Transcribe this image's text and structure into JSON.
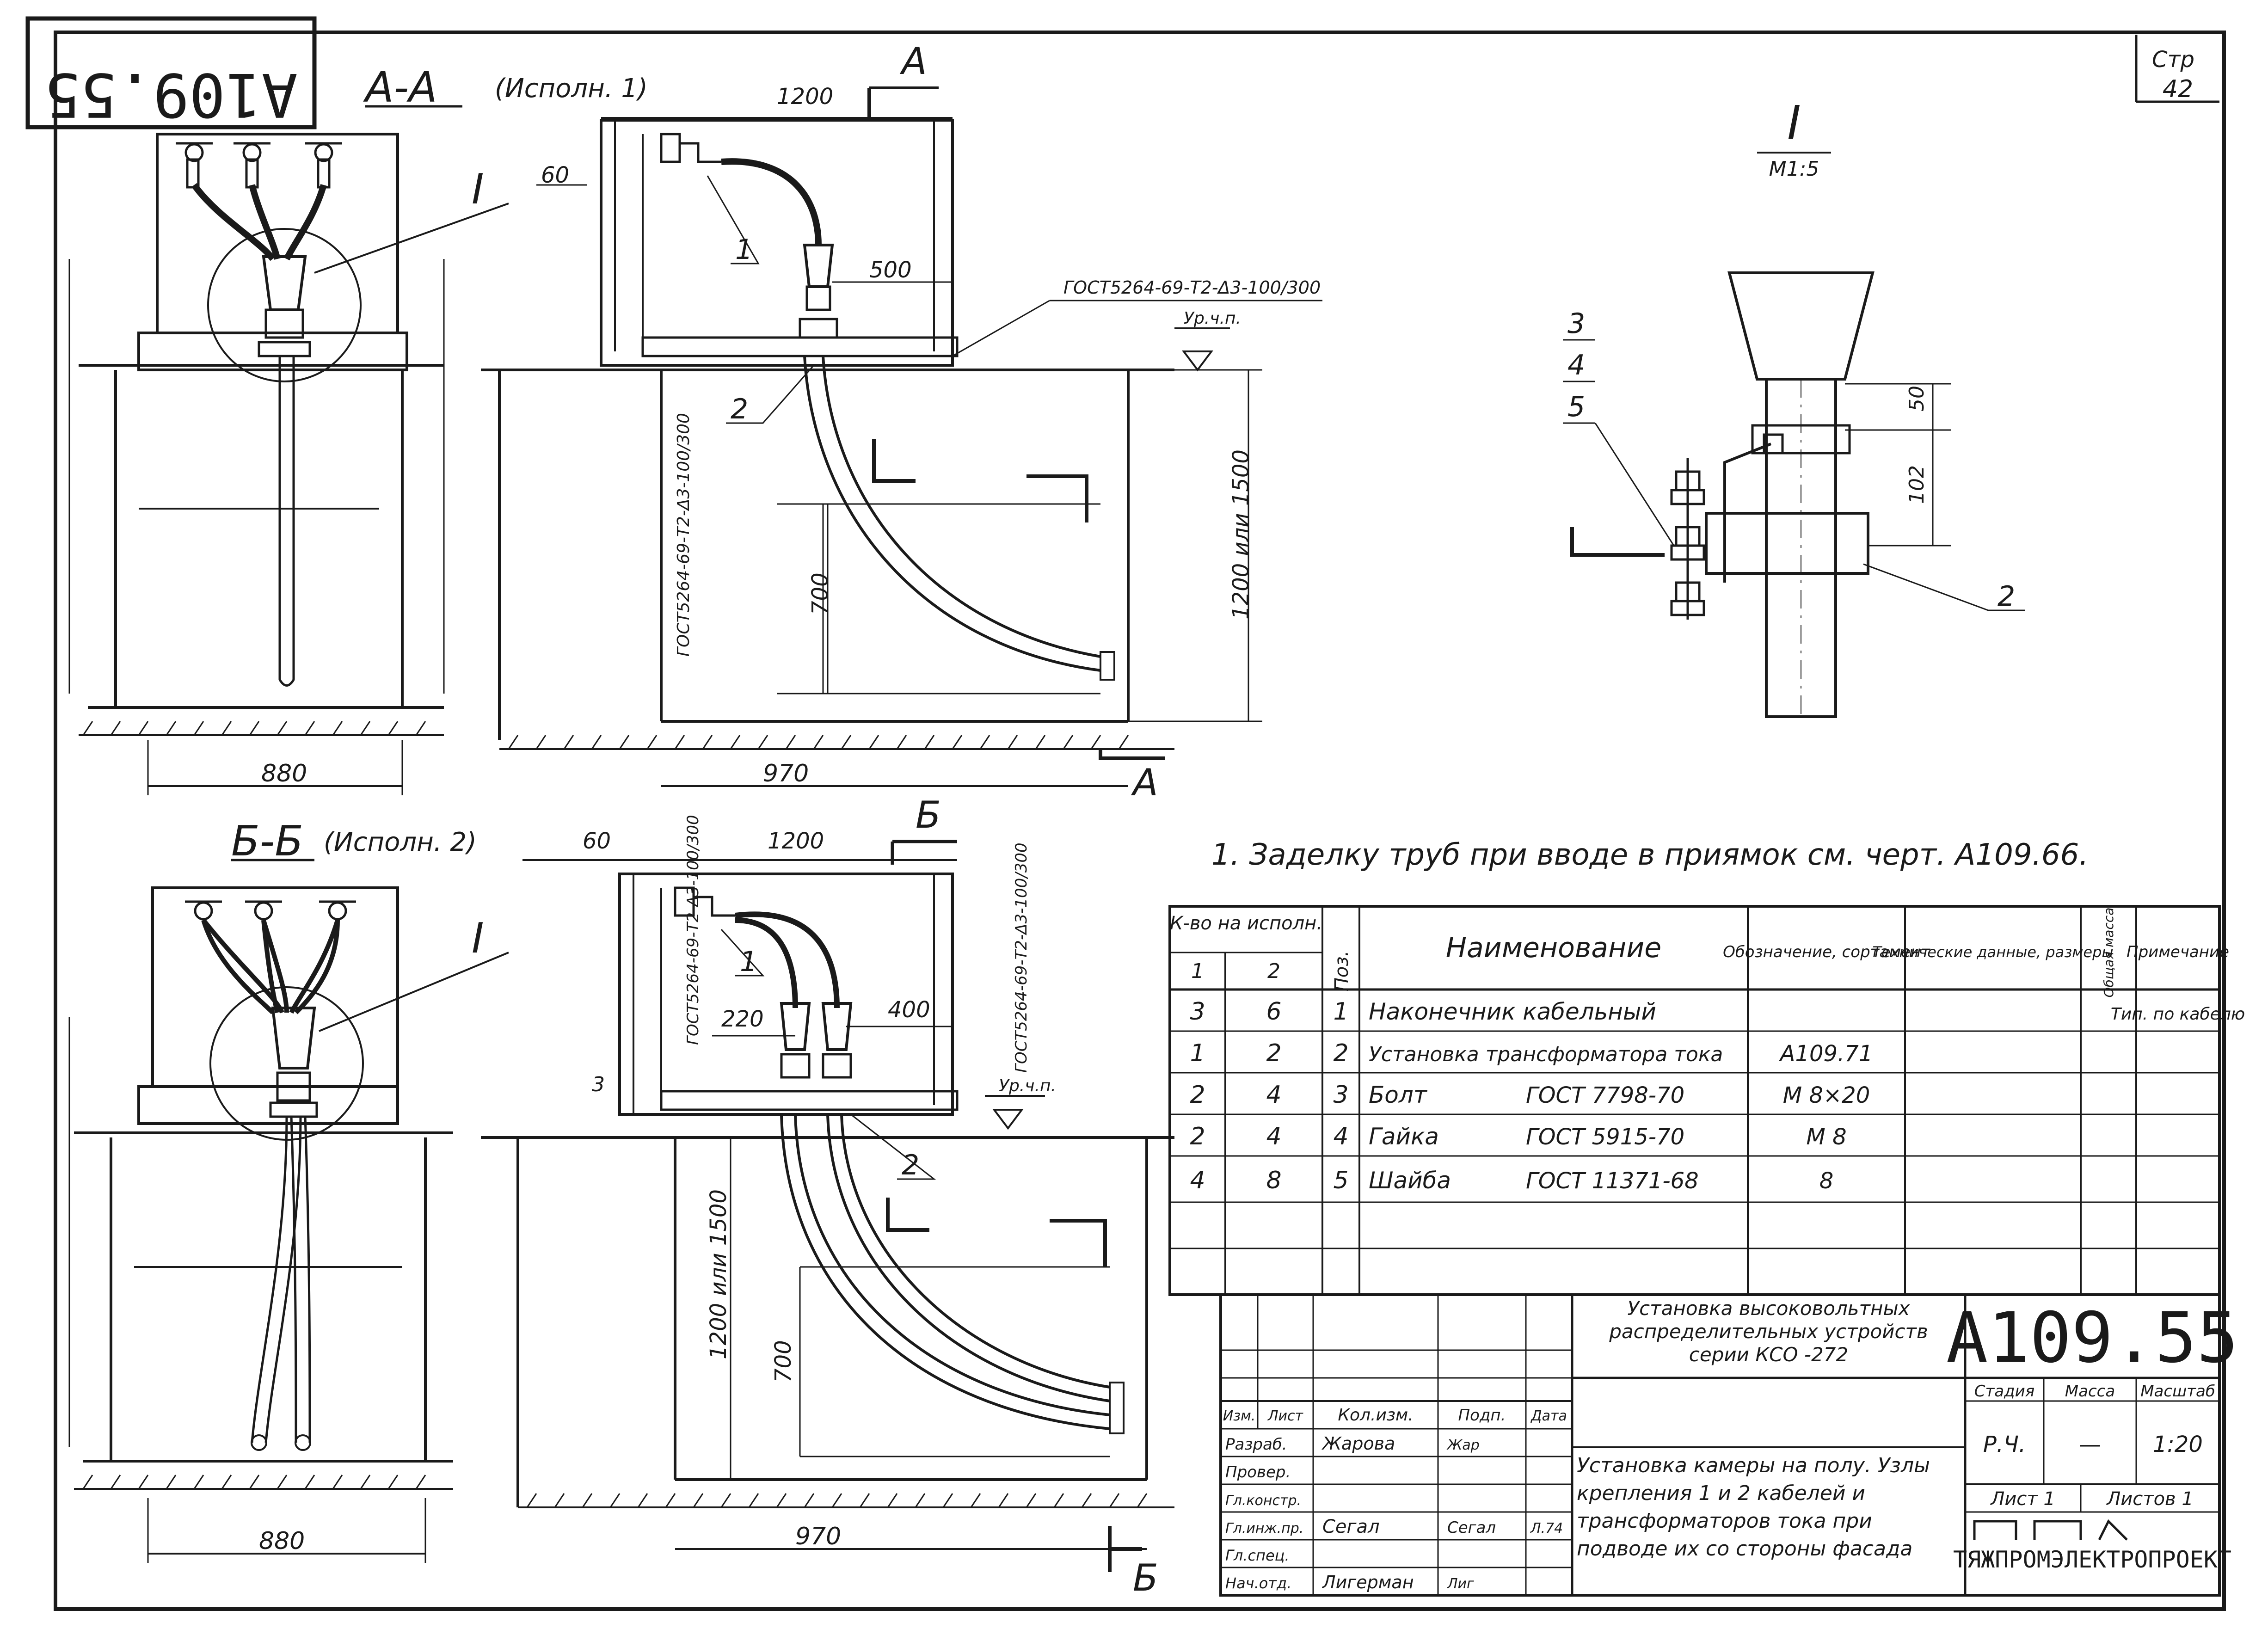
{
  "header": {
    "drawing_code_mirrored": "А109.55",
    "page_label": "Стр",
    "page_number": "42"
  },
  "views": {
    "section_aa": {
      "title": "А-А",
      "variant": "(Исполн. 1)",
      "cut_letter": "А"
    },
    "section_bb": {
      "title": "Б-Б",
      "variant": "(Исполн. 2)",
      "cut_letter": "Б"
    },
    "detail": {
      "title": "I",
      "scale": "М1:5"
    },
    "callout_detail": "I",
    "floor_mark": "Ур.ч.п."
  },
  "dimensions": {
    "d1200_a": "1200",
    "d60_a": "60",
    "d500": "500",
    "d700_a": "700",
    "d1200_1500_a": "1200 или 1500",
    "d880_a": "880",
    "d970_a": "970",
    "d60_b": "60",
    "d1200_b": "1200",
    "d220": "220",
    "d400": "400",
    "d1200_1500_b": "1200 или 1500",
    "d700_b": "700",
    "d880_b": "880",
    "d970_b": "970",
    "d50": "50",
    "d102": "102"
  },
  "pipe_refs": {
    "pipe_a_h": "ГОСТ5264-69-Т2-Δ3-100/300",
    "pipe_a_v": "ГОСТ5264-69-Т2-Δ3-100/300",
    "pipe_b_1": "ГОСТ5264-69-Т2-Δ3-100/300",
    "pipe_b_2": "ГОСТ5264-69-Т2-Δ3-100/300"
  },
  "leaders": {
    "a_1": "1",
    "a_2": "2",
    "b_1": "1",
    "b_2": "2",
    "det_3": "3",
    "det_4": "4",
    "det_5": "5",
    "det_2": "2",
    "b_3": "3"
  },
  "note": "1. Заделку труб при вводе в приямок см. черт. А109.66.",
  "spec_table": {
    "headers": {
      "qty": "К-во на исполн.",
      "v1": "1",
      "v2": "2",
      "pos": "Поз.",
      "name": "Наименование",
      "designation": "Обозначение, сортамент",
      "tech": "Технические данные, размеры",
      "mass": "Общая масса",
      "note": "Примечание"
    },
    "rows": [
      {
        "q1": "3",
        "q2": "6",
        "pos": "1",
        "name": "Наконечник кабельный",
        "gost": "",
        "designation": "",
        "note": "Тип. по кабелю"
      },
      {
        "q1": "1",
        "q2": "2",
        "pos": "2",
        "name": "Установка трансформатора тока",
        "gost": "",
        "designation": "А109.71",
        "note": ""
      },
      {
        "q1": "2",
        "q2": "4",
        "pos": "3",
        "name": "Болт",
        "gost": "ГОСТ 7798-70",
        "designation": "М 8×20",
        "note": ""
      },
      {
        "q1": "2",
        "q2": "4",
        "pos": "4",
        "name": "Гайка",
        "gost": "ГОСТ 5915-70",
        "designation": "М 8",
        "note": ""
      },
      {
        "q1": "4",
        "q2": "8",
        "pos": "5",
        "name": "Шайба",
        "gost": "ГОСТ 11371-68",
        "designation": "8",
        "note": ""
      }
    ]
  },
  "title_block": {
    "project_title": "Установка высоковольтных распределительных устройств серии КСО -272",
    "drawing_code": "А109.55",
    "stage_label": "Стадия",
    "mass_label": "Масса",
    "scale_label": "Масштаб",
    "stage": "Р.Ч.",
    "mass": "—",
    "scale": "1:20",
    "sheet": "Лист 1",
    "sheets": "Листов 1",
    "organization": "ТЯЖПРОМЭЛЕКТРОПРОЕКТ",
    "sheet_title": "Установка камеры на полу. Узлы крепления 1 и 2 кабелей и трансформаторов тока при подводе их со стороны фасада",
    "col_headers": {
      "izm": "Изм.",
      "list": "Лист",
      "kol": "Кол.изм.",
      "podp": "Подп.",
      "date": "Дата"
    },
    "roles": [
      {
        "role": "Разраб.",
        "name": "Жарова",
        "sign": "Жар",
        "date": ""
      },
      {
        "role": "Провер.",
        "name": "",
        "sign": "",
        "date": ""
      },
      {
        "role": "Гл.констр.",
        "name": "",
        "sign": "",
        "date": ""
      },
      {
        "role": "Гл.инж.пр.",
        "name": "Сегал",
        "sign": "Сегал",
        "date": "Л.74"
      },
      {
        "role": "Гл.спец.",
        "name": "",
        "sign": "",
        "date": ""
      },
      {
        "role": "Нач.отд.",
        "name": "Лигерман",
        "sign": "Лиг",
        "date": ""
      }
    ]
  }
}
